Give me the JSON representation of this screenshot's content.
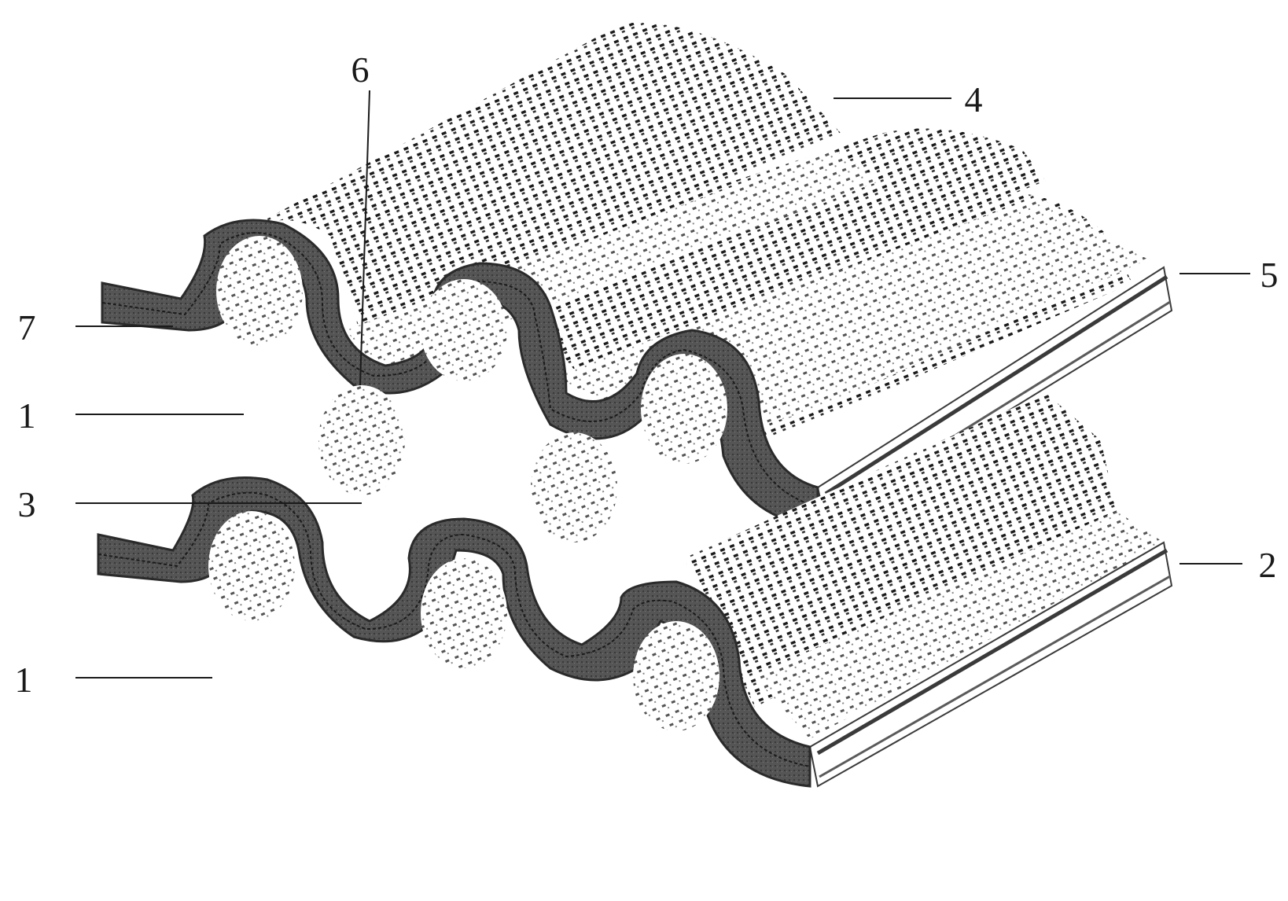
{
  "figure": {
    "background": "#ffffff",
    "mesh_color": "#1a1a1a",
    "band_color": "#4a4a4a",
    "band_edge_color": "#2a2a2a",
    "rod_color": "#3a3a3a"
  },
  "callouts": [
    {
      "id": "6",
      "text": "6"
    },
    {
      "id": "4",
      "text": "4"
    },
    {
      "id": "5",
      "text": "5"
    },
    {
      "id": "7",
      "text": "7"
    },
    {
      "id": "1a",
      "text": "1"
    },
    {
      "id": "3",
      "text": "3"
    },
    {
      "id": "2",
      "text": "2"
    },
    {
      "id": "1b",
      "text": "1"
    }
  ]
}
